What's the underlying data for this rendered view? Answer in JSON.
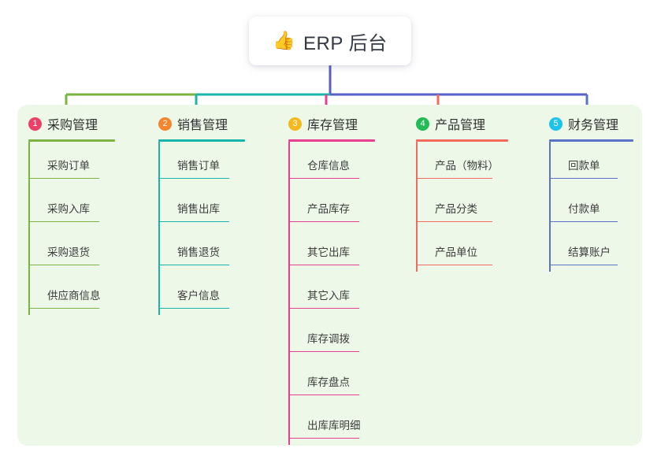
{
  "root": {
    "icon": "thumbs-up-icon",
    "emoji": "👍",
    "title": "ERP 后台"
  },
  "panel": {
    "background_color": "#eef8e9"
  },
  "trunk_color": "#5a5fc7",
  "columns": [
    {
      "number": "1",
      "title": "采购管理",
      "badge_color": "#ec4067",
      "line_color": "#7cb342",
      "stub_color": "#7cb342",
      "items": [
        "采购订单",
        "采购入库",
        "采购退货",
        "供应商信息"
      ]
    },
    {
      "number": "2",
      "title": "销售管理",
      "badge_color": "#f5862e",
      "line_color": "#18b5ab",
      "stub_color": "#18b5ab",
      "items": [
        "销售订单",
        "销售出库",
        "销售退货",
        "客户信息"
      ]
    },
    {
      "number": "3",
      "title": "库存管理",
      "badge_color": "#f5b81e",
      "line_color": "#e83f92",
      "stub_color": "#e83f92",
      "items": [
        "仓库信息",
        "产品库存",
        "其它出库",
        "其它入库",
        "库存调拨",
        "库存盘点",
        "出库库明细"
      ]
    },
    {
      "number": "4",
      "title": "产品管理",
      "badge_color": "#22bb55",
      "line_color": "#f56a5e",
      "stub_color": "#f56a5e",
      "items": [
        "产品（物料）",
        "产品分类",
        "产品单位"
      ]
    },
    {
      "number": "5",
      "title": "财务管理",
      "badge_color": "#1ec3ea",
      "line_color": "#5a73c7",
      "stub_color": "#5a73c7",
      "items": [
        "回款单",
        "付款单",
        "结算账户"
      ]
    }
  ]
}
